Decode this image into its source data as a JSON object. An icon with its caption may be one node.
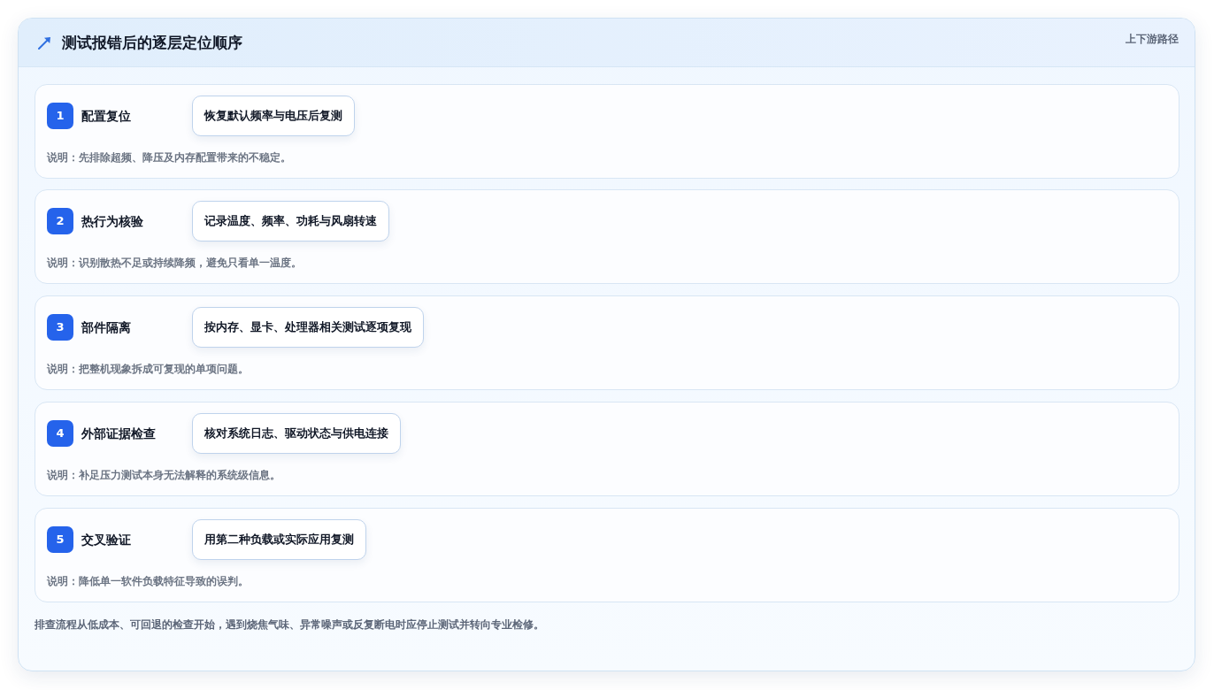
{
  "diagram": {
    "title": "测试报错后的逐层定位顺序",
    "caption": "排查流程从低成本、可回退的检查开始，遇到烧焦气味、异常噪声或反复断电时应停止测试并转向专业检修。",
    "nodes": [
      {
        "text": [
          "配置复位",
          "说明：先排除超频、降压及内存配置带来的不稳定。"
        ]
      },
      {
        "text": [
          "1"
        ],
        "in": 0
      },
      {
        "text": [
          "恢复默认频率与电压后复测"
        ],
        "in": 0
      },
      {
        "text": [
          "热行为核验",
          "说明：识别散热不足或持续降频，避免只看单一温度。"
        ]
      },
      {
        "text": [
          "2"
        ],
        "in": 3
      },
      {
        "text": [
          "记录温度、频率、功耗与风扇转速"
        ],
        "in": 3
      },
      {
        "text": [
          "部件隔离",
          "说明：把整机现象拆成可复现的单项问题。"
        ]
      },
      {
        "text": [
          "3"
        ],
        "in": 6
      },
      {
        "text": [
          "按内存、显卡、处理器相关测试逐项复现"
        ],
        "in": 6
      },
      {
        "text": [
          "外部证据检查",
          "说明：补足压力测试本身无法解释的系统级信息。"
        ]
      },
      {
        "text": [
          "4"
        ],
        "in": 9
      },
      {
        "text": [
          "核对系统日志、驱动状态与供电连接"
        ],
        "in": 9
      },
      {
        "text": [
          "交叉验证",
          "说明：降低单一软件负载特征导致的误判。"
        ]
      },
      {
        "text": [
          "5"
        ],
        "in": 12
      },
      {
        "text": [
          "用第二种负载或实际应用复测"
        ],
        "in": 12
      }
    ],
    "labels": [
      "上下游路径"
    ]
  }
}
